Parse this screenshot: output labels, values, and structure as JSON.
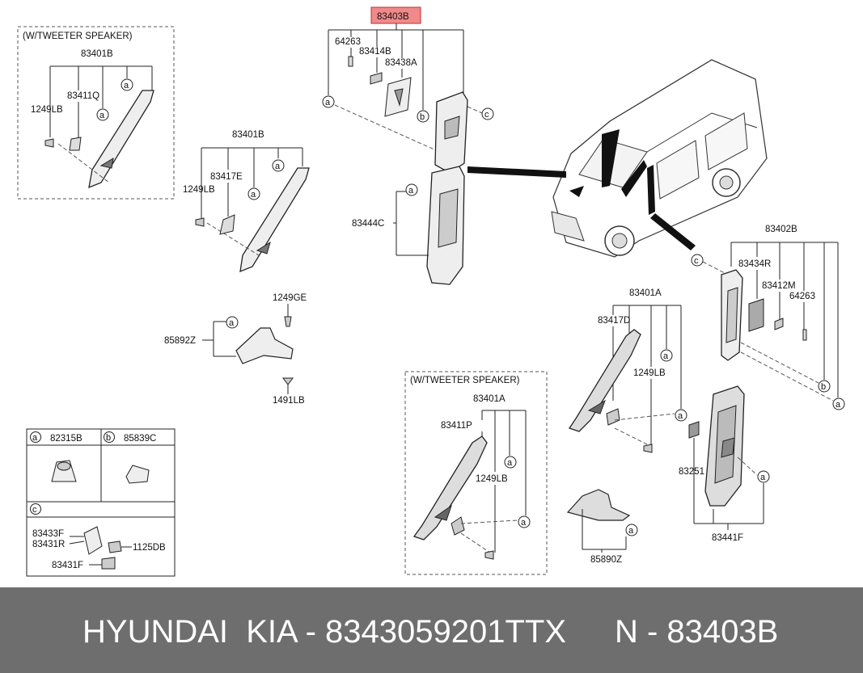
{
  "callouts": {
    "main": "83403B",
    "box1_title": "(W/TWEETER SPEAKER)",
    "box1_assy": "83401B",
    "box1_clip": "83411Q",
    "box1_screw": "1249LB",
    "assy_83401B": "83401B",
    "part_83417E": "83417E",
    "screw_1249LB": "1249LB",
    "p_64263_top": "64263",
    "p_83414B": "83414B",
    "p_83438A": "83438A",
    "p_83444C": "83444C",
    "p_1249GE": "1249GE",
    "p_85892Z": "85892Z",
    "p_1491LB": "1491LB",
    "p_83402B": "83402B",
    "p_83434R": "83434R",
    "p_83412M": "83412M",
    "p_64263_right": "64263",
    "p_83401A": "83401A",
    "p_83417D": "83417D",
    "p_1249LB_mid": "1249LB",
    "box2_title": "(W/TWEETER SPEAKER)",
    "box2_assy": "83401A",
    "box2_clip": "83411P",
    "box2_screw": "1249LB",
    "p_83251": "83251",
    "p_83441F": "83441F",
    "p_85890Z": "85890Z"
  },
  "markers": {
    "a": "a",
    "b": "b",
    "c": "c"
  },
  "legend": {
    "a_part": "82315B",
    "b_part": "85839C",
    "c_part1": "83433F",
    "c_part2": "83431R",
    "c_part3": "1125DB",
    "c_part4": "83431F"
  },
  "colors": {
    "highlight": "#f08a8a",
    "banner": "#6e6e6e"
  },
  "footer": {
    "left": "HYUNDAI  KIA - 8343059201TTX",
    "right": "N - 83403B"
  }
}
